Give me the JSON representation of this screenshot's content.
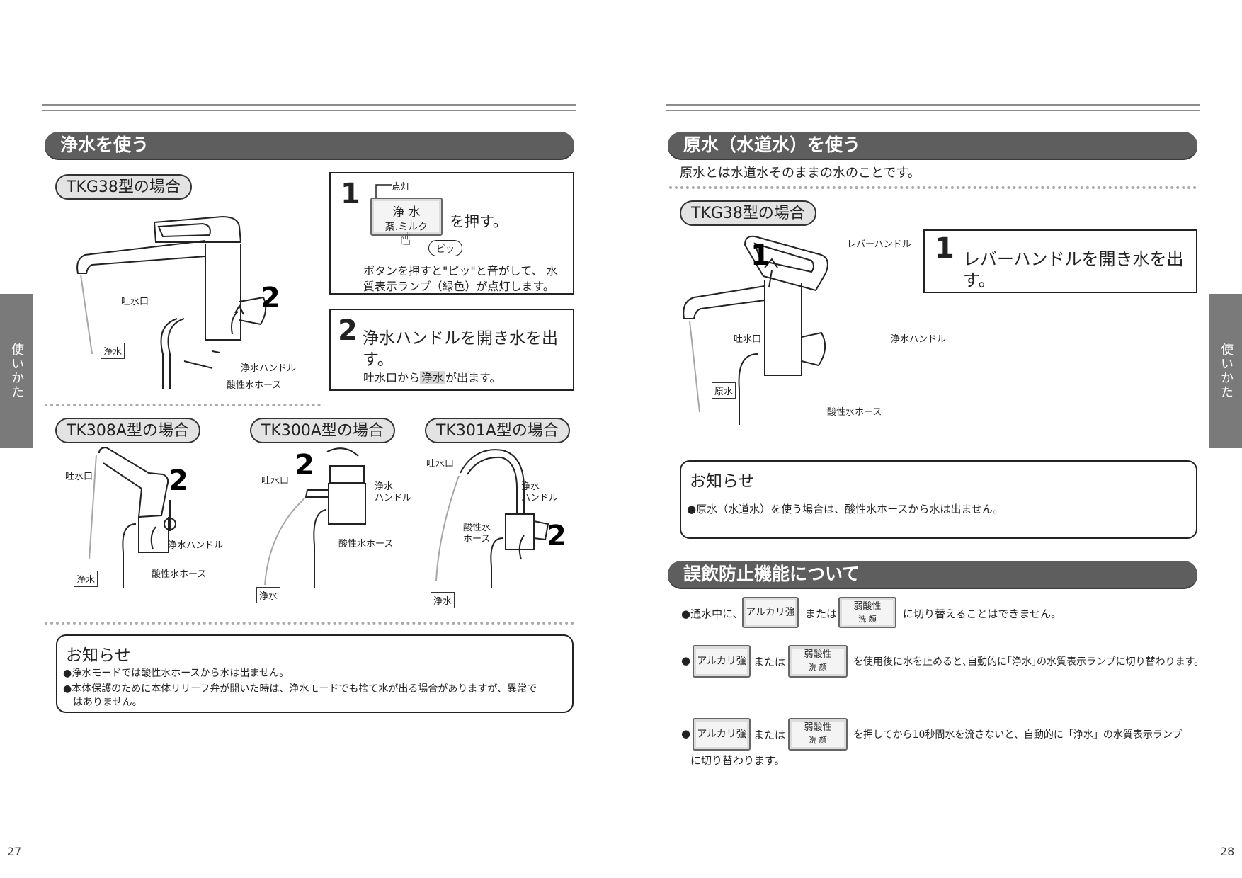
{
  "left": {
    "section_title": "浄水を使う",
    "model_tkg38": "TKG38型の場合",
    "step1": {
      "num": "1",
      "lamp_label": "点灯",
      "button_line1": "浄 水",
      "button_line2": "薬.ミルク",
      "press": "を押す。",
      "beep": "ピッ",
      "desc_line1": "ボタンを押すと\"ピッ\"と音がして、 水",
      "desc_line2": "質表示ランプ（緑色）が点灯します。"
    },
    "step2": {
      "num": "2",
      "title_line1": "浄水ハンドルを開き水を出",
      "title_line2": "す。",
      "desc_before": "吐水口から",
      "desc_highlight": "浄水",
      "desc_after": "が出ます。"
    },
    "fig_tkg38": {
      "spout": "吐水口",
      "handle": "浄水ハンドル",
      "hose": "酸性水ホース",
      "tag": "浄水",
      "num": "2"
    },
    "model_tk308a": "TK308A型の場合",
    "model_tk300a": "TK300A型の場合",
    "model_tk301a": "TK301A型の場合",
    "fig_tk308a": {
      "spout": "吐水口",
      "handle": "浄水ハンドル",
      "hose": "酸性水ホース",
      "tag": "浄水",
      "num": "2"
    },
    "fig_tk300a": {
      "spout": "吐水口",
      "handle_line1": "浄水",
      "handle_line2": "ハンドル",
      "hose": "酸性水ホース",
      "tag": "浄水",
      "num": "2"
    },
    "fig_tk301a": {
      "spout": "吐水口",
      "handle_line1": "浄水",
      "handle_line2": "ハンドル",
      "hose_line1": "酸性水",
      "hose_line2": "ホース",
      "tag": "浄水",
      "num": "2"
    },
    "notice": {
      "title": "お知らせ",
      "line1": "●浄水モードでは酸性水ホースから水は出ません。",
      "line2a": "●本体保護のために本体リリーフ弁が開いた時は、浄水モードでも捨て水が出る場合がありますが、異常で",
      "line2b": "はありません。"
    },
    "side_tab": "使いかた",
    "page_number": "27"
  },
  "right": {
    "section_title": "原水（水道水）を使う",
    "subtitle": "原水とは水道水そのままの水のことです。",
    "model_tkg38": "TKG38型の場合",
    "fig": {
      "lever": "レバーハンドル",
      "spout": "吐水口",
      "handle": "浄水ハンドル",
      "hose": "酸性水ホース",
      "tag": "原水",
      "num": "1"
    },
    "step1": {
      "num": "1",
      "line1": "レバーハンドルを開き水を出",
      "line2": "す。"
    },
    "notice": {
      "title": "お知らせ",
      "line1": "●原水（水道水）を使う場合は、酸性水ホースから水は出ません。"
    },
    "section2_title": "誤飲防止機能について",
    "btn_alkali": "アルカリ強",
    "btn_weak_line1": "弱酸性",
    "btn_weak_line2": "洗 顔",
    "row1": {
      "bullet": "●通水中に、",
      "or": "または",
      "text": "に切り替えることはできません。"
    },
    "row2": {
      "bullet": "●",
      "or": "または",
      "text": "を使用後に水を止めると､自動的に｢浄水｣の水質表示ランプに切り替わります。"
    },
    "row3": {
      "bullet": "●",
      "or": "または",
      "text": "を押してから10秒間水を流さないと、自動的に「浄水」の水質表示ランプ",
      "text2": "に切り替わります。"
    },
    "side_tab": "使いかた",
    "page_number": "28"
  }
}
